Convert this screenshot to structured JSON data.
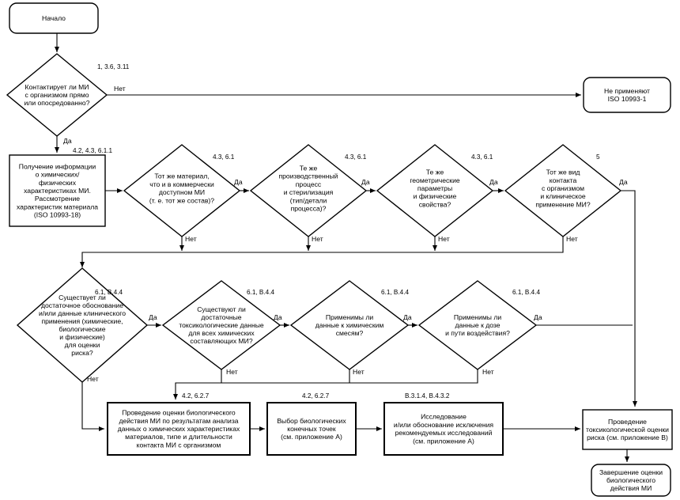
{
  "nodes": {
    "start": {
      "lines": [
        "Начало"
      ]
    },
    "d_contact": {
      "lines": [
        "Контактирует ли МИ",
        "с организмом прямо",
        "или опосредованно?"
      ]
    },
    "not_applied": {
      "lines": [
        "Не применяют",
        "ISO 10993-1"
      ]
    },
    "info": {
      "lines": [
        "Получение информации",
        "о химических/",
        "физических",
        "характеристиках МИ.",
        "Рассмотрение",
        "характеристик материала",
        "(ISO 10993-18)"
      ]
    },
    "d_material": {
      "lines": [
        "Тот же материал,",
        "что и в коммерчески",
        "доступном МИ",
        "(т. е. тот же состав)?"
      ]
    },
    "d_process": {
      "lines": [
        "Те же",
        "производственный",
        "процесс",
        "и стерилизация",
        "(тип/детали",
        "процесса)?"
      ]
    },
    "d_geometry": {
      "lines": [
        "Те же",
        "геометрические",
        "параметры",
        "и физические",
        "свойства?"
      ]
    },
    "d_contact_type": {
      "lines": [
        "Тот же вид",
        "контакта",
        "с организмом",
        "и клиническое",
        "применение МИ?"
      ]
    },
    "d_clinical": {
      "lines": [
        "Существует ли",
        "достаточное обоснование",
        "и/или данные клинического",
        "применения (химические,",
        "биологические",
        "и физические)",
        "для оценки",
        "риска?"
      ]
    },
    "d_tox_data": {
      "lines": [
        "Существуют ли",
        "достаточные",
        "токсикологические данные",
        "для всех химических",
        "составляющих МИ?"
      ]
    },
    "d_mixtures": {
      "lines": [
        "Применимы ли",
        "данные к химическим",
        "смесям?"
      ]
    },
    "d_dose": {
      "lines": [
        "Применимы ли",
        "данные к дозе",
        "и пути воздействия?"
      ]
    },
    "bio_eval": {
      "lines": [
        "Проведение оценки биологического",
        "действия МИ по результатам анализа",
        "данных о химических характеристиках",
        "материалов, типе и длительности",
        "контакта МИ с организмом"
      ]
    },
    "endpoints": {
      "lines": [
        "Выбор биологических",
        "конечных точек",
        "(см. приложение А)"
      ]
    },
    "research": {
      "lines": [
        "Исследование",
        "и/или обоснование исключения",
        "рекомендуемых исследований",
        "(см. приложение А)"
      ]
    },
    "tox_eval": {
      "lines": [
        "Проведение",
        "токсикологической оценки",
        "риска (см. приложение В)"
      ]
    },
    "finish": {
      "lines": [
        "Завершение оценки",
        "биологического",
        "действия МИ"
      ]
    }
  },
  "refs": {
    "r_contact": "1, 3.6, 3.11",
    "r_info": "4.2, 4.3, 6.1.1",
    "r_material": "4.3, 6.1",
    "r_process": "4.3, 6.1",
    "r_geometry": "4.3, 6.1",
    "r_contact_type": "5",
    "r_clinical": "6.1, B.4.4",
    "r_tox_data": "6.1, B.4.4",
    "r_mixtures": "6.1, B.4.4",
    "r_dose": "6.1, B.4.4",
    "r_bio_eval": "4.2, 6.2.7",
    "r_endpoints": "4.2, 6.2.7",
    "r_research": "B.3.1.4, B.4.3.2"
  },
  "answers": {
    "yes": "Да",
    "no": "Нет"
  }
}
